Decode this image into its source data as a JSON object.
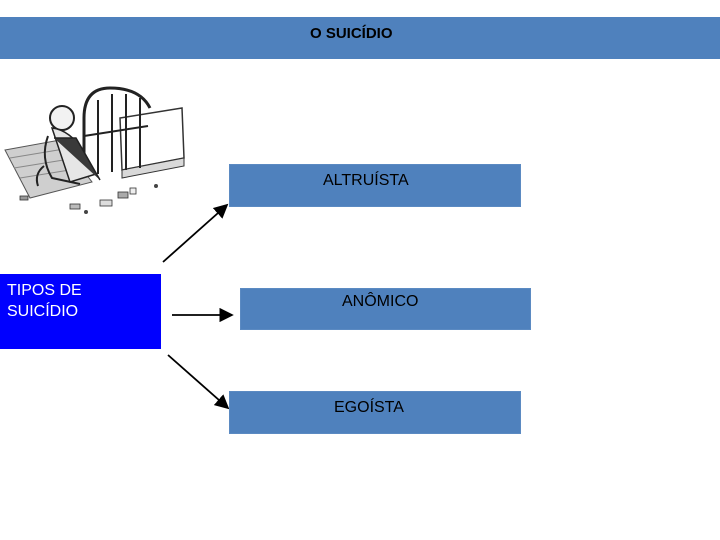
{
  "title": "O SUICÍDIO",
  "source_box": {
    "label": "TIPOS DE SUICÍDIO"
  },
  "targets": [
    {
      "label": "ALTRUÍSTA"
    },
    {
      "label": "ANÔMICO"
    },
    {
      "label": "EGOÍSTA"
    }
  ],
  "colors": {
    "title_bar": "#4f81bd",
    "target_box": "#4f81bd",
    "source_box": "#0000ff",
    "source_text": "#ffffff"
  },
  "illustration": {
    "icon": "person-sitting-by-bed-icon"
  }
}
